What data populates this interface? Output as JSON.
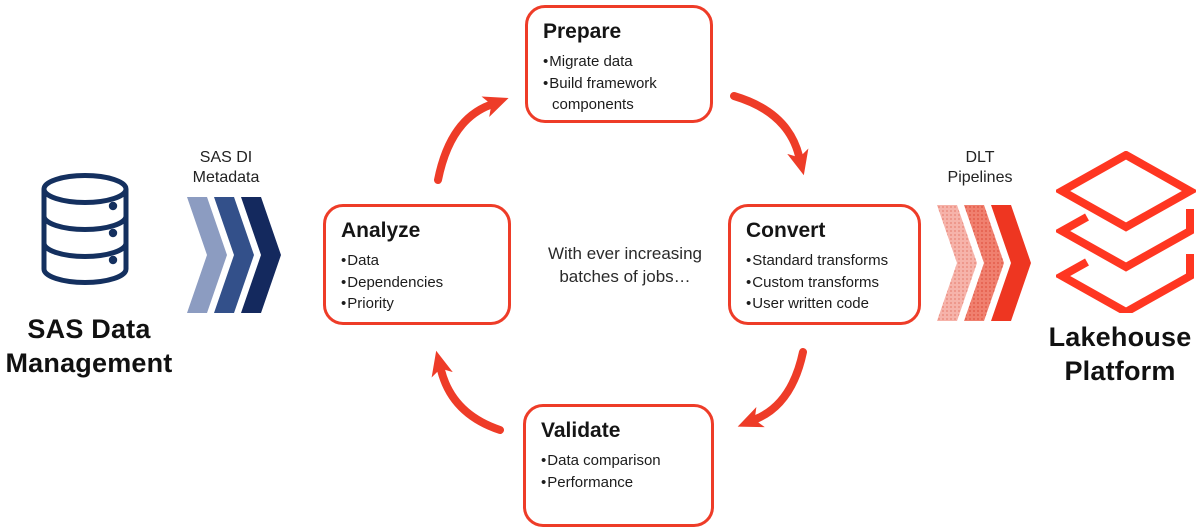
{
  "left_system": {
    "icon": "database",
    "name_lines": [
      "SAS Data",
      "Management"
    ]
  },
  "left_flow": {
    "label_lines": [
      "SAS DI",
      "Metadata"
    ],
    "chevron_colors": [
      "#8c9cc1",
      "#33508a",
      "#14295e"
    ]
  },
  "right_flow": {
    "label_lines": [
      "DLT",
      "Pipelines"
    ],
    "chevron_colors": [
      "#f6b3aa",
      "#f0806f",
      "#ee3621"
    ]
  },
  "right_system": {
    "icon": "databricks-lakehouse",
    "name_lines": [
      "Lakehouse",
      "Platform"
    ]
  },
  "cycle": {
    "center_note_lines": [
      "With ever increasing",
      "batches of jobs…"
    ],
    "steps": {
      "prepare": {
        "title": "Prepare",
        "bullets": [
          "Migrate data",
          "Build framework components"
        ]
      },
      "convert": {
        "title": "Convert",
        "bullets": [
          "Standard transforms",
          "Custom transforms",
          "User written code"
        ]
      },
      "validate": {
        "title": "Validate",
        "bullets": [
          "Data comparison",
          "Performance"
        ]
      },
      "analyze": {
        "title": "Analyze",
        "bullets": [
          "Data",
          "Dependencies",
          "Priority"
        ]
      }
    }
  },
  "colors": {
    "accent_red": "#ee3c28",
    "logo_red": "#ff3621",
    "navy": "#14305f",
    "text": "#1c1c1c"
  }
}
